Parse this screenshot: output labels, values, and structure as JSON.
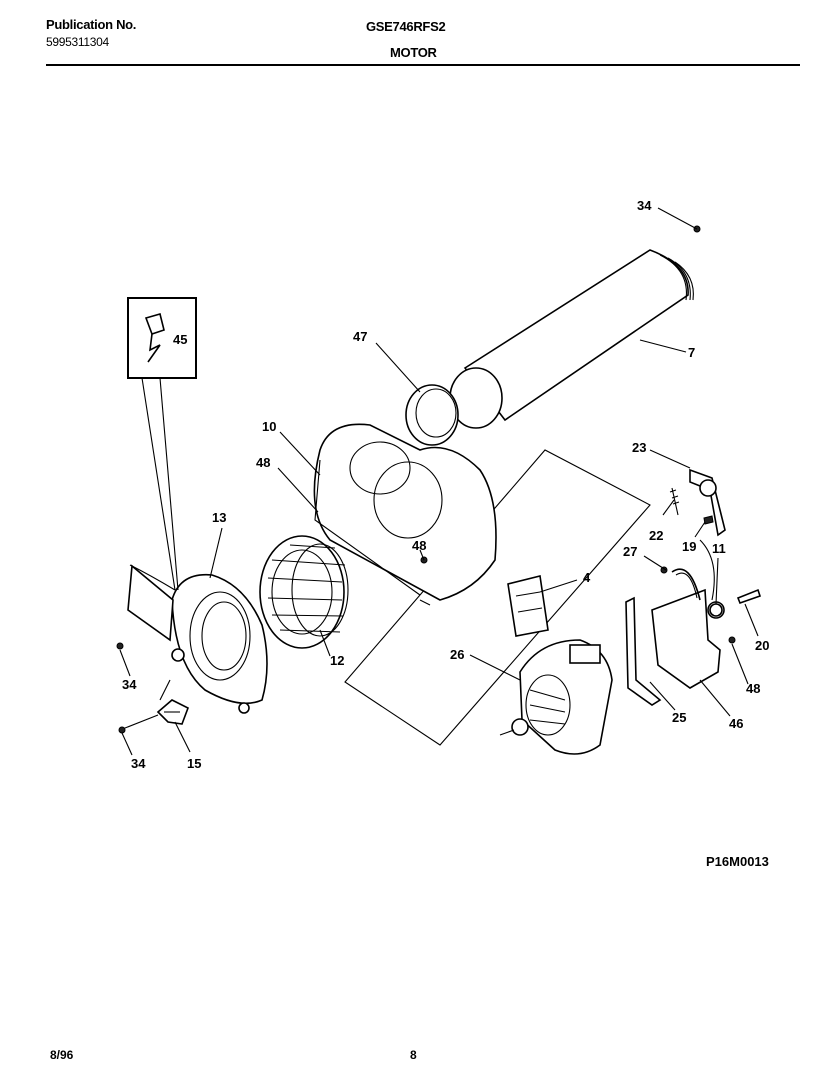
{
  "header": {
    "publication_label": "Publication No.",
    "publication_number": "5995311304",
    "model": "GSE746RFS2",
    "section": "MOTOR"
  },
  "figure_code": "P16M0013",
  "footer": {
    "date": "8/96",
    "page": "8"
  },
  "callouts": {
    "c34a": "34",
    "c7": "7",
    "c47": "47",
    "c45": "45",
    "c10": "10",
    "c48a": "48",
    "c23": "23",
    "c22": "22",
    "c19": "19",
    "c11": "11",
    "c27": "27",
    "c13": "13",
    "c48b": "48",
    "c4": "4",
    "c20": "20",
    "c26": "26",
    "c12": "12",
    "c34b": "34",
    "c48c": "48",
    "c25": "25",
    "c46": "46",
    "c34c": "34",
    "c15": "15"
  }
}
